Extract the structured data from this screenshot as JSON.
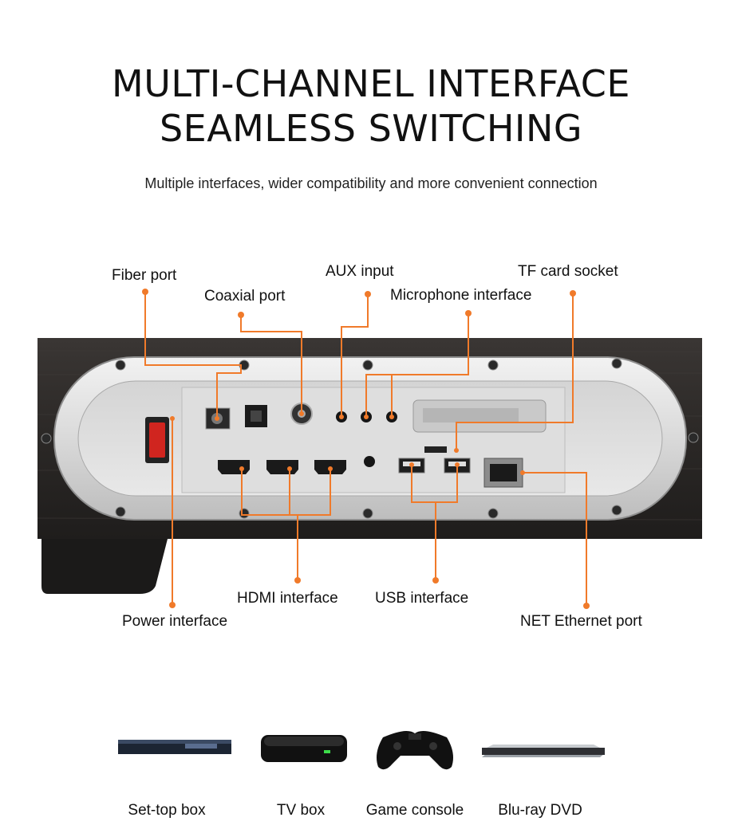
{
  "heading": {
    "line1": "MULTI-CHANNEL INTERFACE",
    "line2": "SEAMLESS SWITCHING"
  },
  "subtitle": "Multiple interfaces, wider compatibility and more convenient connection",
  "ports": {
    "fiber": "Fiber port",
    "coaxial": "Coaxial port",
    "aux": "AUX input",
    "microphone": "Microphone interface",
    "tf_card": "TF card socket",
    "power": "Power interface",
    "hdmi": "HDMI interface",
    "usb": "USB interface",
    "net": "NET Ethernet port"
  },
  "devices": [
    {
      "label": "Set-top box",
      "icon": "set-top-box-icon"
    },
    {
      "label": "TV box",
      "icon": "tv-box-icon"
    },
    {
      "label": "Game console",
      "icon": "gamepad-icon"
    },
    {
      "label": "Blu-ray DVD",
      "icon": "bluray-player-icon"
    }
  ],
  "colors": {
    "callout": "#f07a2a",
    "panel": "#d9d9d9",
    "wood": "#2d2a28"
  }
}
